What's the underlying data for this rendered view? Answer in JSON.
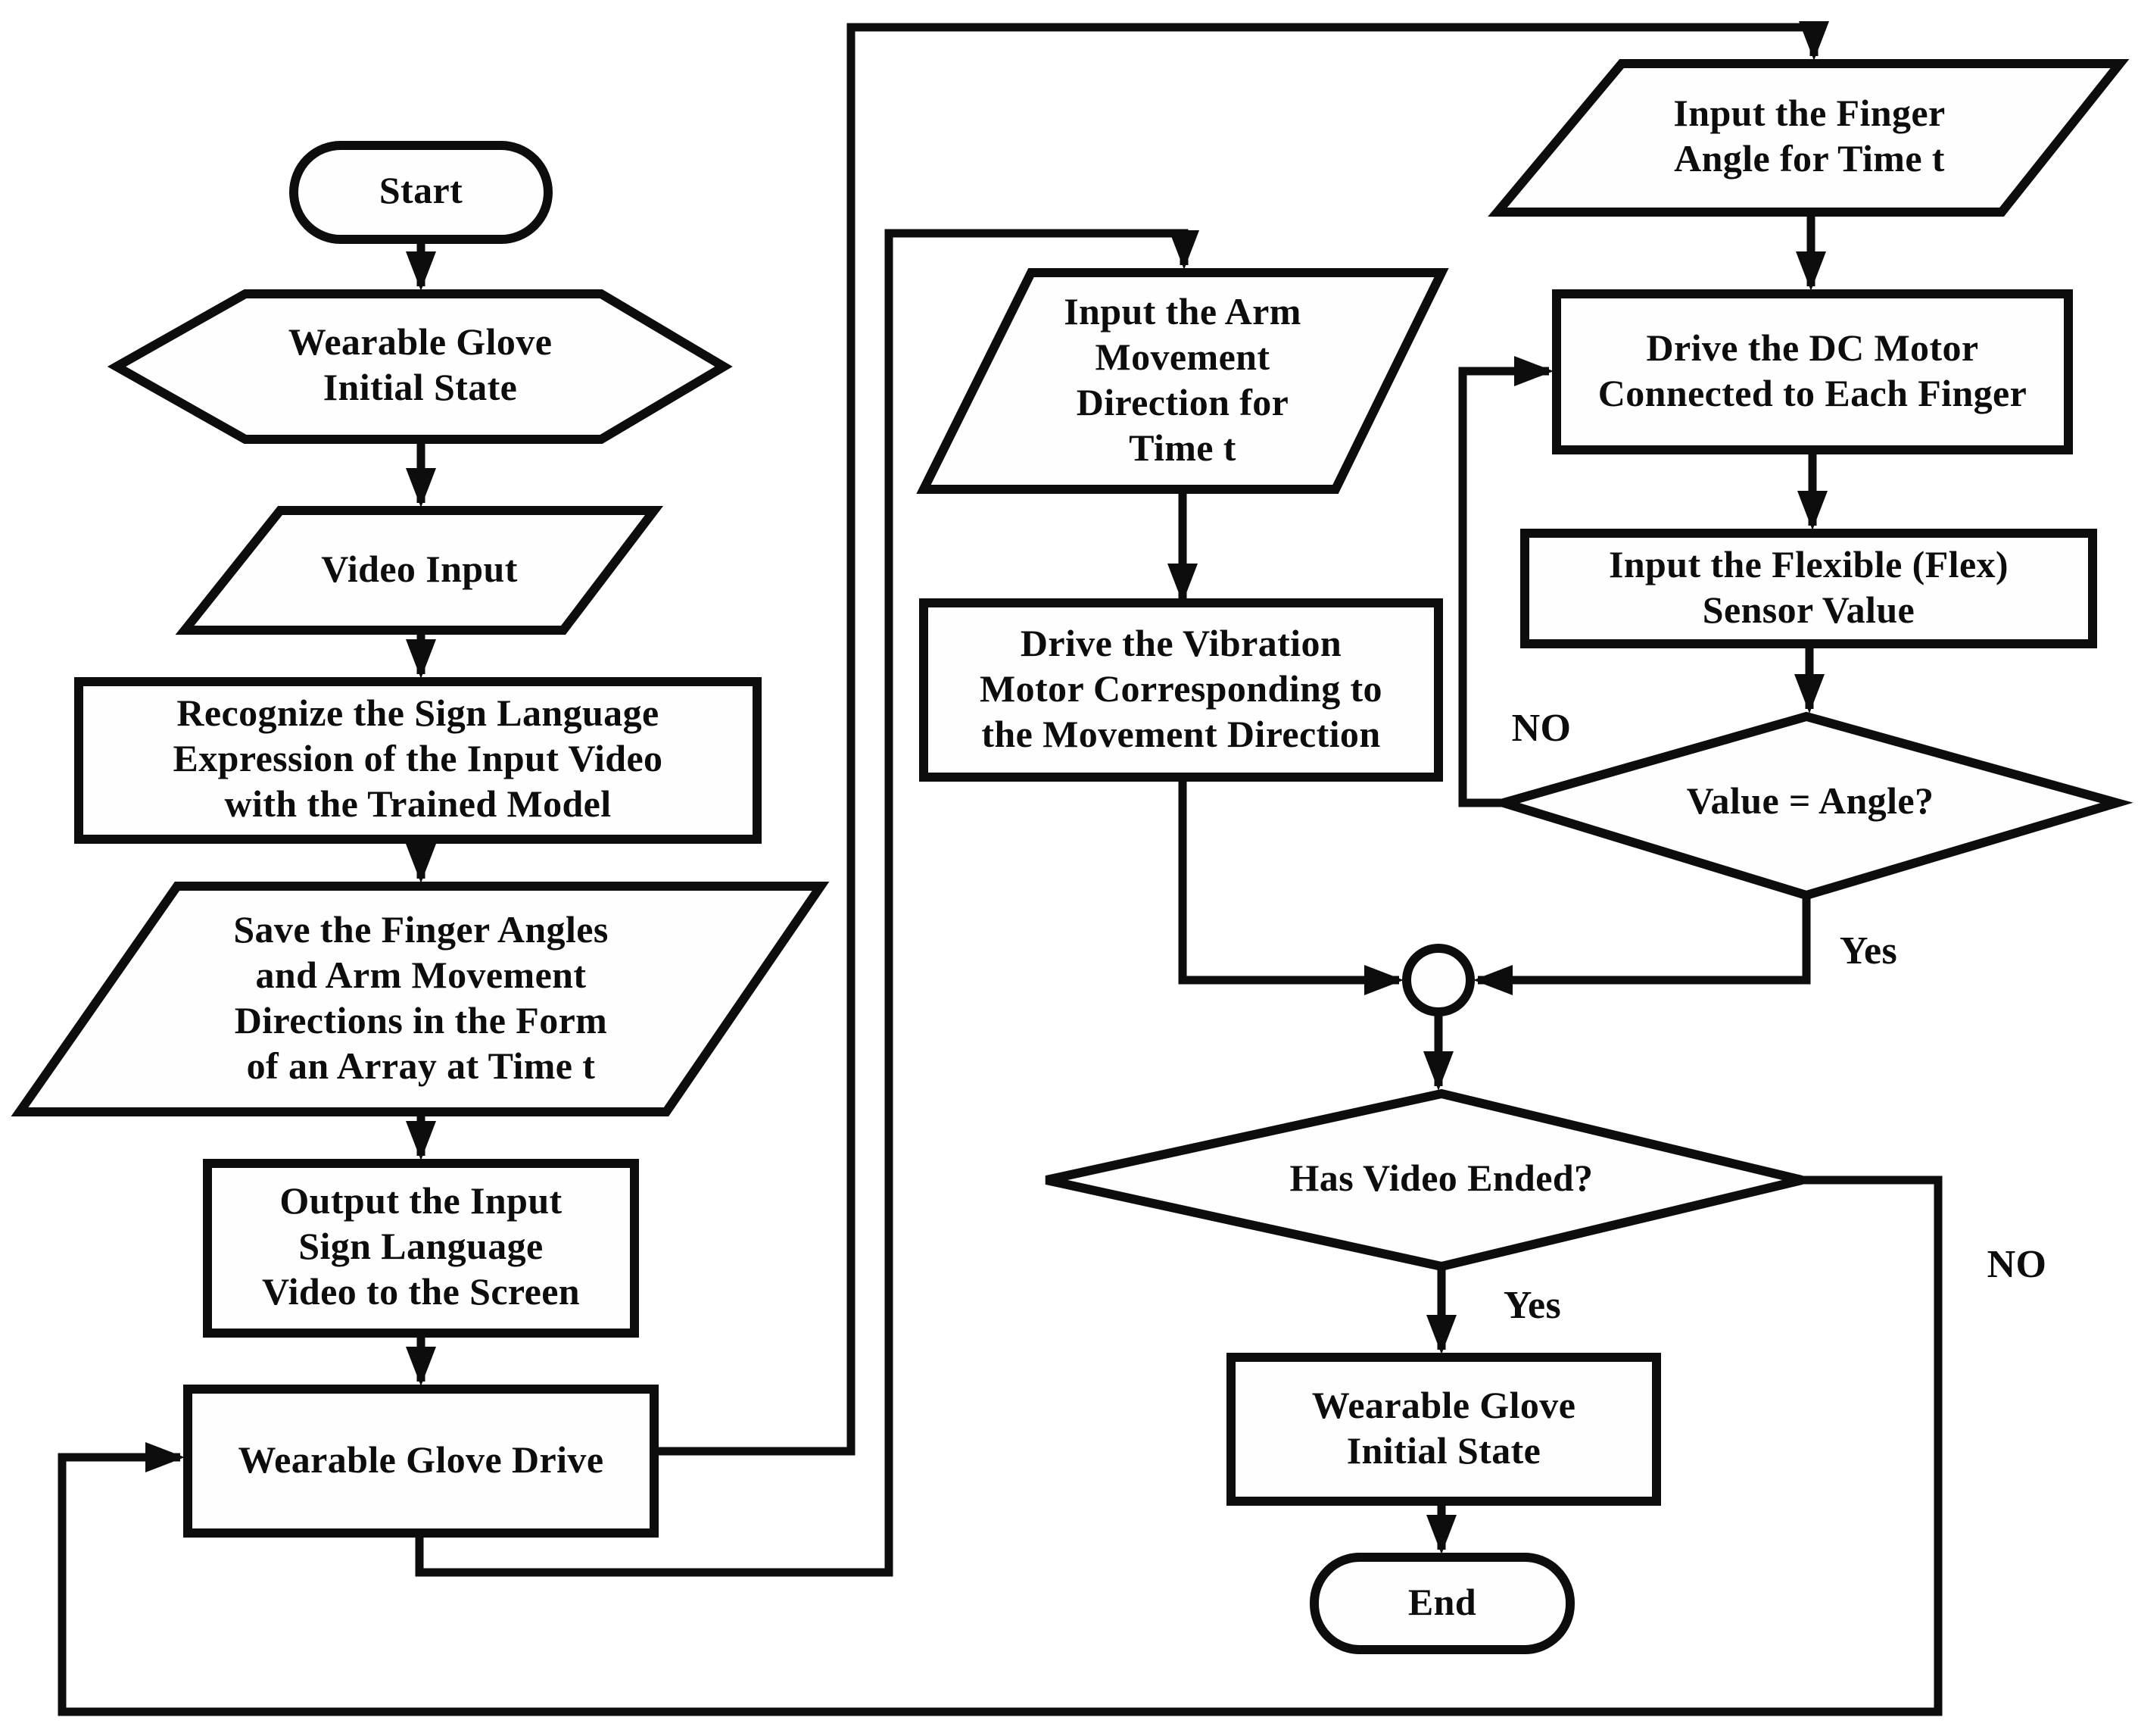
{
  "diagram": {
    "type": "flowchart",
    "background_color": "#ffffff",
    "stroke_color": "#0d0d0d",
    "text_color": "#0d0d0d",
    "nodes": {
      "start": {
        "type": "terminator",
        "label": "Start"
      },
      "glove_initial_state_hex": {
        "type": "preparation",
        "label": "Wearable Glove\nInitial State"
      },
      "video_input": {
        "type": "input_output",
        "label": "Video Input"
      },
      "recognize_sign_language": {
        "type": "process",
        "label": "Recognize the Sign Language\nExpression of the Input Video\nwith the Trained Model"
      },
      "save_finger_angles": {
        "type": "input_output",
        "label": "Save the Finger Angles\nand Arm Movement\nDirections in the Form\nof an Array at Time t"
      },
      "output_video_to_screen": {
        "type": "process",
        "label": "Output the Input\nSign Language\nVideo to the Screen"
      },
      "wearable_glove_drive": {
        "type": "process",
        "label": "Wearable Glove Drive"
      },
      "input_arm_movement": {
        "type": "input_output",
        "label": "Input the Arm\nMovement\nDirection for\nTime t"
      },
      "drive_vibration_motor": {
        "type": "process",
        "label": "Drive the Vibration\nMotor Corresponding to\nthe Movement Direction"
      },
      "input_finger_angle": {
        "type": "input_output",
        "label": "Input the Finger\nAngle for Time t"
      },
      "drive_dc_motor": {
        "type": "process",
        "label": "Drive the DC Motor\nConnected to Each Finger"
      },
      "input_flex_sensor": {
        "type": "process",
        "label": "Input the Flexible (Flex)\nSensor Value"
      },
      "value_equals_angle": {
        "type": "decision",
        "label": "Value = Angle?"
      },
      "junction_circle": {
        "type": "connector",
        "label": ""
      },
      "has_video_ended": {
        "type": "decision",
        "label": "Has Video Ended?"
      },
      "glove_initial_state_rect": {
        "type": "process",
        "label": "Wearable Glove\nInitial State"
      },
      "end": {
        "type": "terminator",
        "label": "End"
      }
    },
    "edge_labels": {
      "value_angle_no": "NO",
      "value_angle_yes": "Yes",
      "has_video_ended_yes": "Yes",
      "has_video_ended_no": "NO"
    }
  }
}
